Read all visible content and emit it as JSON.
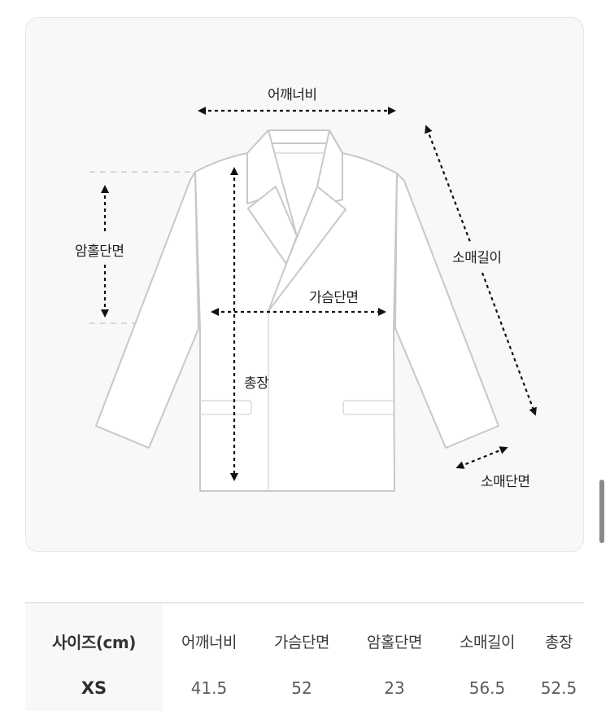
{
  "diagram": {
    "labels": {
      "shoulder_width": "어깨너비",
      "armhole": "암홀단면",
      "sleeve_length": "소매길이",
      "chest": "가슴단면",
      "total_length": "총장",
      "sleeve_opening": "소매단면"
    },
    "colors": {
      "card_background": "#f8f8f8",
      "card_border": "#e3e7e8",
      "garment_fill": "#ffffff",
      "garment_stroke": "#c8c8c8",
      "arrow": "#111111",
      "guide_dash": "#c4c4c4"
    }
  },
  "size_table": {
    "headers": [
      "사이즈(cm)",
      "어깨너비",
      "가슴단면",
      "암홀단면",
      "소매길이",
      "총장"
    ],
    "rows": [
      {
        "size": "XS",
        "values": [
          "41.5",
          "52",
          "23",
          "56.5",
          "52.5"
        ]
      }
    ]
  },
  "scrollbar": {
    "color": "#8a8a8a"
  }
}
